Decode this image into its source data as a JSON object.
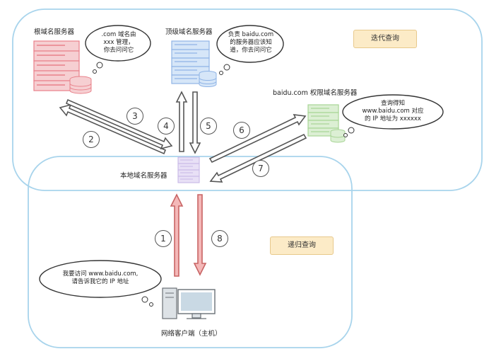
{
  "servers": {
    "root": {
      "label": "根域名服务器",
      "color": "#e8808a",
      "bubble": [
        ".com 域名由",
        "xxx 管理，",
        "你去问问它"
      ]
    },
    "tld": {
      "label": "顶级域名服务器",
      "color": "#8fb4e6",
      "bubble": [
        "负责 baidu.com",
        "的服务器应该知",
        "道，你去问问它"
      ]
    },
    "auth": {
      "label": "baidu.com 权限域名服务器",
      "color": "#a8d596",
      "bubble": [
        "查询得知",
        "www.baidu.com 对应",
        "的 IP 地址为 xxxxxx"
      ]
    },
    "local": {
      "label": "本地域名服务器",
      "color": "#c8b8e6"
    },
    "client": {
      "label": "网络客户端（主机）",
      "bubble": [
        "我要访问 www.baidu.com,",
        "请告诉我它的 IP 地址"
      ]
    }
  },
  "regions": {
    "iterative": {
      "label": "迭代查询",
      "border_color": "#a8d4ec"
    },
    "recursive": {
      "label": "递归查询",
      "border_color": "#a8d4ec"
    }
  },
  "steps": [
    "1",
    "2",
    "3",
    "4",
    "5",
    "6",
    "7",
    "8"
  ],
  "colors": {
    "arrow_gray": "#ffffff",
    "arrow_red": "#f4b8b8",
    "tag_fill": "#fcebc7"
  }
}
